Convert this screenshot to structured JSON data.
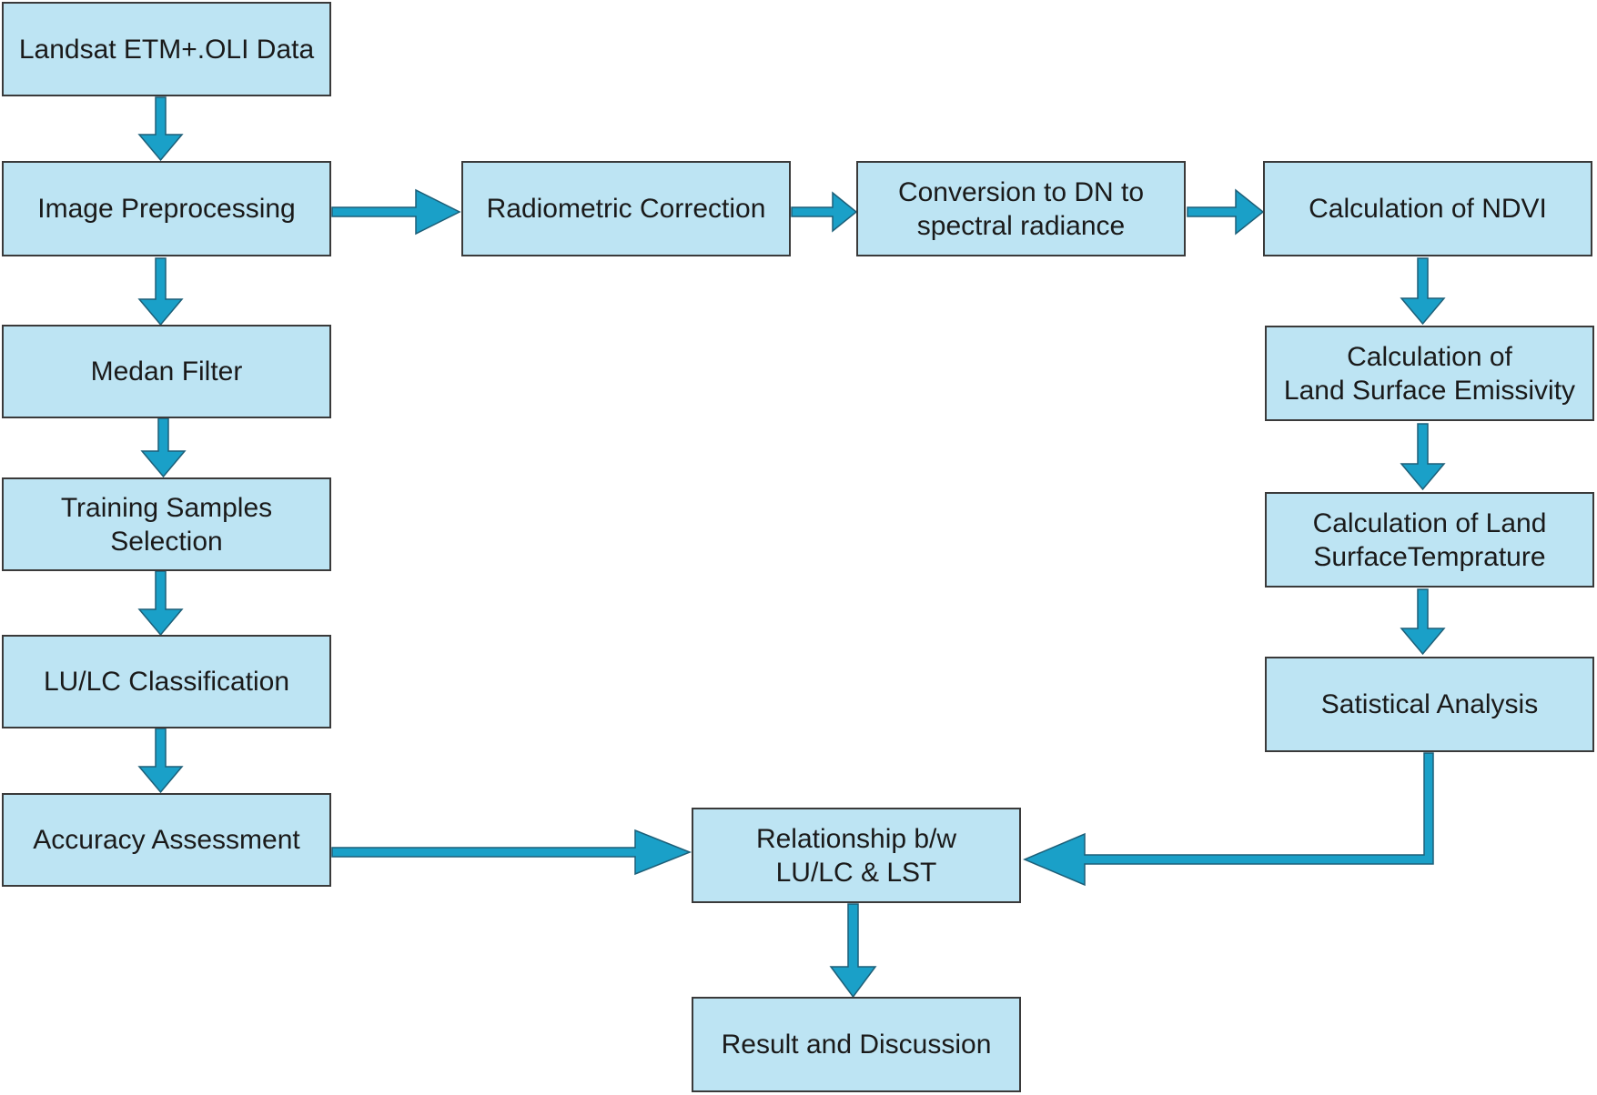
{
  "colors": {
    "box_fill": "#bde4f3",
    "box_border": "#3a3a3a",
    "arrow_fill": "#1aa0c8",
    "arrow_outline": "#1d5f78"
  },
  "nodes": {
    "landsat_data": "Landsat ETM+.OLI Data",
    "image_preprocessing": "Image Preprocessing",
    "medan_filter": "Medan Filter",
    "training_samples": "Training Samples\nSelection",
    "lulc_classification": "LU/LC Classification",
    "accuracy_assessment": "Accuracy Assessment",
    "radiometric_correction": "Radiometric Correction",
    "conversion_dn": "Conversion to DN to\nspectral radiance",
    "ndvi": "Calculation of NDVI",
    "emissivity": "Calculation of\nLand Surface Emissivity",
    "lst": "Calculation of Land\nSurfaceTemprature",
    "statistical_analysis": "Satistical Analysis",
    "relationship": "Relationship b/w\nLU/LC & LST",
    "result": "Result and Discussion"
  },
  "edges": [
    {
      "from": "landsat_data",
      "to": "image_preprocessing"
    },
    {
      "from": "image_preprocessing",
      "to": "medan_filter"
    },
    {
      "from": "medan_filter",
      "to": "training_samples"
    },
    {
      "from": "training_samples",
      "to": "lulc_classification"
    },
    {
      "from": "lulc_classification",
      "to": "accuracy_assessment"
    },
    {
      "from": "image_preprocessing",
      "to": "radiometric_correction"
    },
    {
      "from": "radiometric_correction",
      "to": "conversion_dn"
    },
    {
      "from": "conversion_dn",
      "to": "ndvi"
    },
    {
      "from": "ndvi",
      "to": "emissivity"
    },
    {
      "from": "emissivity",
      "to": "lst"
    },
    {
      "from": "lst",
      "to": "statistical_analysis"
    },
    {
      "from": "accuracy_assessment",
      "to": "relationship"
    },
    {
      "from": "statistical_analysis",
      "to": "relationship"
    },
    {
      "from": "relationship",
      "to": "result"
    }
  ]
}
